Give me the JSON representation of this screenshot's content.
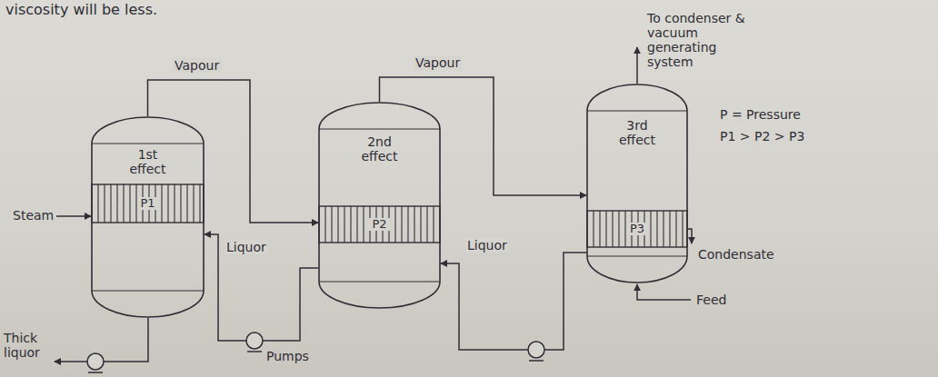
{
  "diagram": {
    "nodes": [
      {
        "text": [
          "1st effect",
          "P1"
        ]
      },
      {
        "text": [
          "2nd effect",
          "P2"
        ]
      },
      {
        "text": [
          "3rd effect",
          "P3"
        ]
      }
    ],
    "edges": [
      {
        "from": 0,
        "to": 1,
        "arrow": "to",
        "label": "Vapour"
      },
      {
        "from": 1,
        "to": 2,
        "arrow": "to",
        "label": "Vapour"
      },
      {
        "from": 2,
        "to": 1,
        "arrow": "to",
        "label": "Liquor"
      },
      {
        "from": 1,
        "to": 0,
        "arrow": "to",
        "label": "Liquor"
      }
    ],
    "labels": [
      "viscosity will be less.",
      "Steam",
      "Thick liquor",
      "Pumps",
      "To condenser & vacuum generating system",
      "P = Pressure",
      "P1 > P2 > P3",
      "Condensate",
      "Feed"
    ]
  }
}
